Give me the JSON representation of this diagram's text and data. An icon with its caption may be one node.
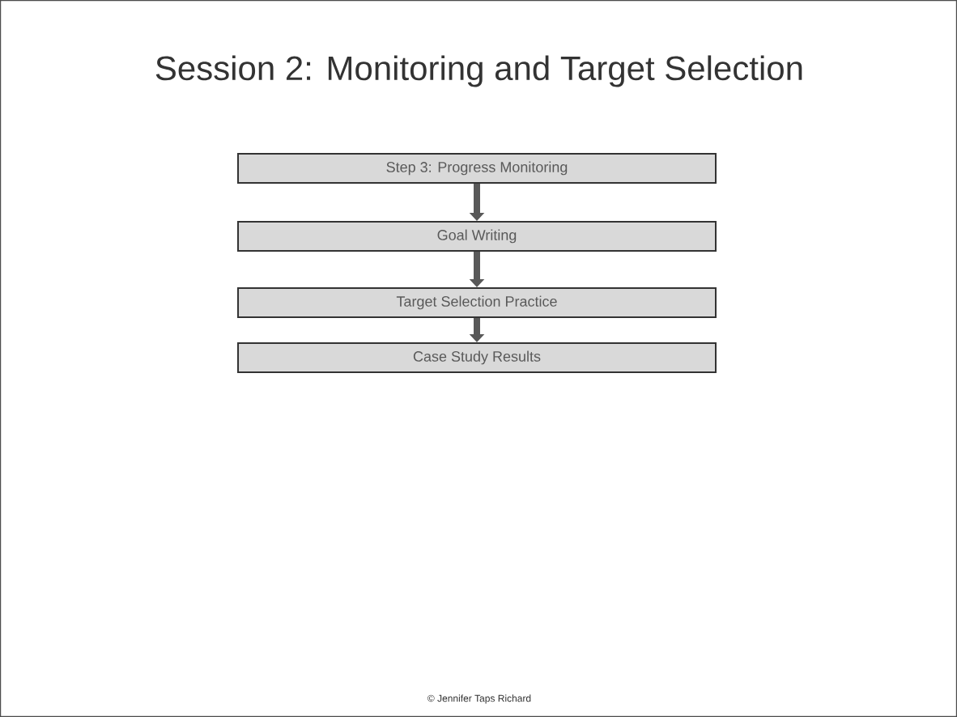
{
  "diagram": {
    "title": "Session 2: Monitoring and Target Selection",
    "nodes": [
      {
        "text": [
          "Step 3: Progress Monitoring"
        ]
      },
      {
        "text": [
          "Goal Writing"
        ]
      },
      {
        "text": [
          "Target Selection Practice"
        ]
      },
      {
        "text": [
          "Case Study Results"
        ]
      }
    ],
    "edges": [
      {
        "from": 0,
        "to": 1,
        "arrow": "to"
      },
      {
        "from": 1,
        "to": 2,
        "arrow": "to"
      },
      {
        "from": 2,
        "to": 3,
        "arrow": "to"
      }
    ],
    "labels": [
      "© Jennifer Taps Richard"
    ]
  }
}
